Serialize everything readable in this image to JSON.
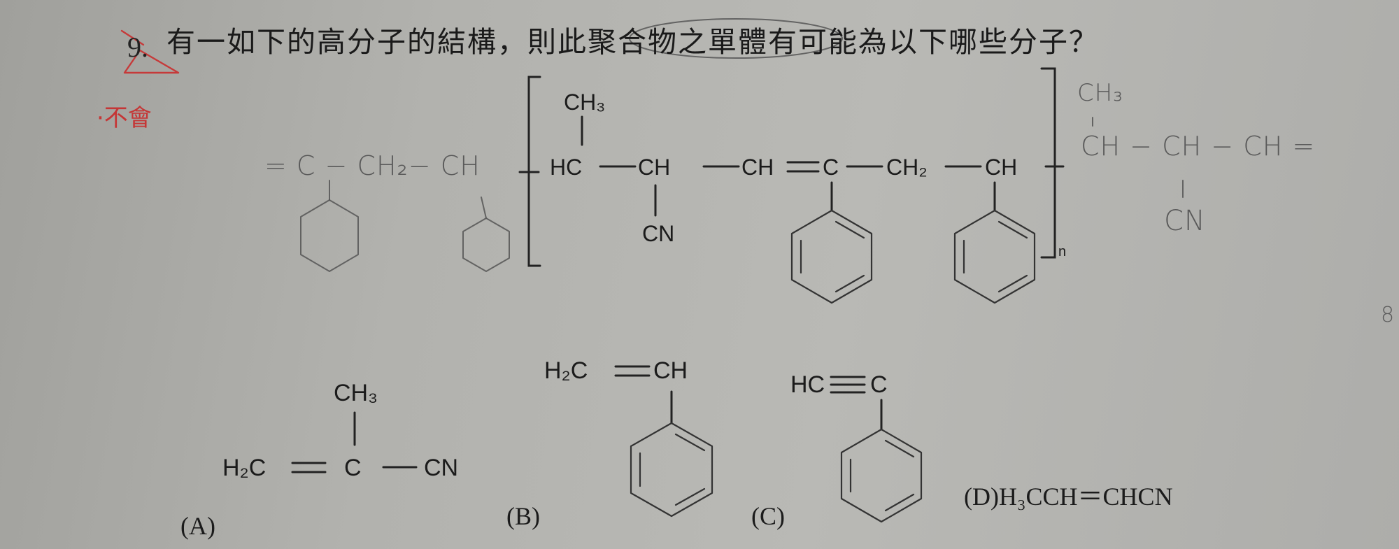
{
  "question": {
    "number": "9.",
    "text": "有一如下的高分子的結構，則此聚合物之單體有可能為以下哪些分子？"
  },
  "annotations": {
    "red_note": "·不會",
    "margin_mark": "8",
    "pencil_left": "= C − CH₂− CH",
    "pencil_right_top": "CH₃",
    "pencil_right_chain": "CH − CH − CH =",
    "pencil_right_cn": "CN"
  },
  "polymer": {
    "ch3_top": "CH₃",
    "chain": [
      "HC",
      "CH",
      "CH",
      "C",
      "CH₂",
      "CH"
    ],
    "cn_substituent": "CN",
    "repeat_subscript": "n"
  },
  "options": [
    {
      "letter": "(A)",
      "ch3": "CH₃",
      "left": "H₂C",
      "center": "C",
      "right": "CN"
    },
    {
      "letter": "(B)",
      "left": "H₂C",
      "right": "CH"
    },
    {
      "letter": "(C)",
      "left": "HC",
      "right": "C"
    },
    {
      "letter": "(D)",
      "formula": "(D)H₃CCH＝CHCN"
    }
  ]
}
